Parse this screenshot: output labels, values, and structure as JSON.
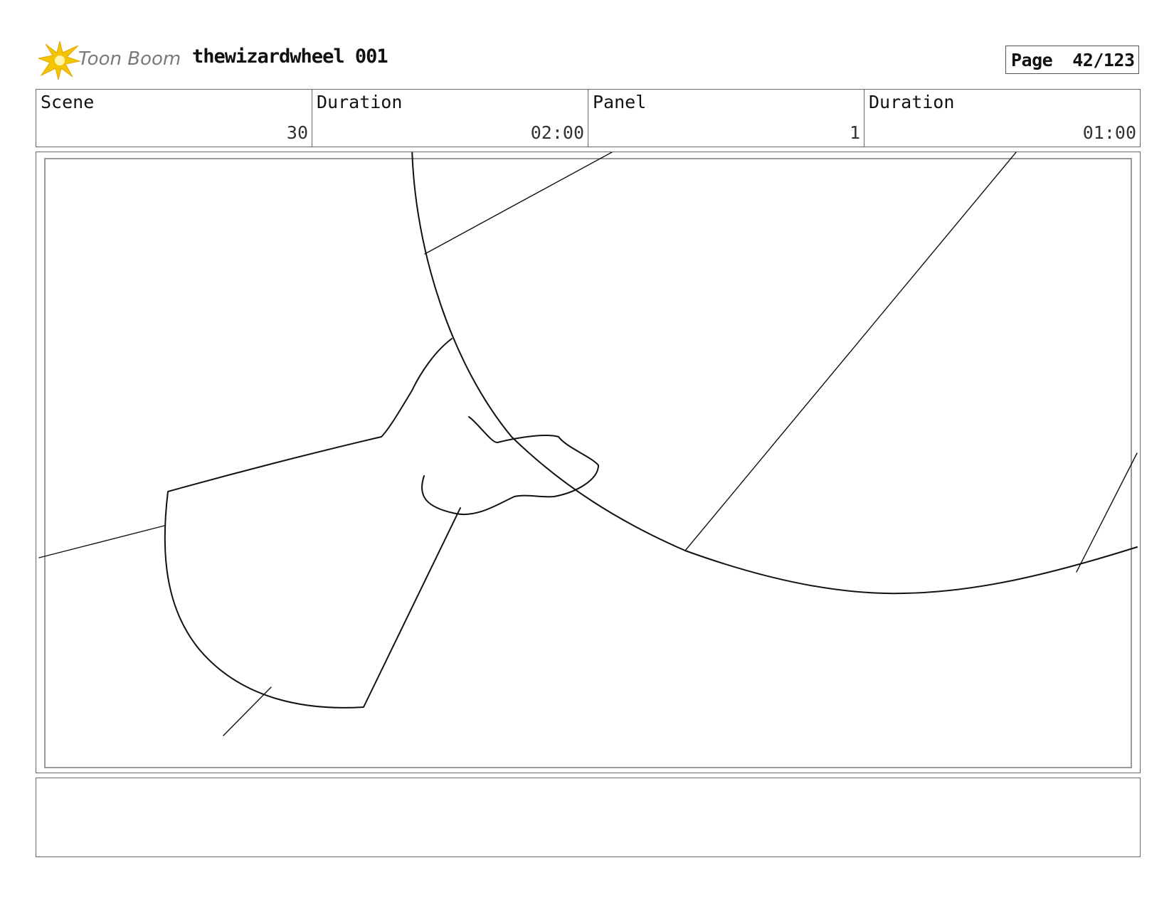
{
  "header": {
    "brand": "Toon Boom",
    "project_title": "thewizardwheel 001",
    "page_label": "Page",
    "page_number": "42/123"
  },
  "info": {
    "scene_label": "Scene",
    "scene_value": "30",
    "scene_duration_label": "Duration",
    "scene_duration_value": "02:00",
    "panel_label": "Panel",
    "panel_value": "1",
    "panel_duration_label": "Duration",
    "panel_duration_value": "01:00"
  },
  "notes": {
    "text": ""
  },
  "colors": {
    "logo_star": "#f5c400",
    "logo_text": "#7a7a7a",
    "frame_border": "#666666",
    "safe_area_border": "#9a9a9a",
    "sketch_line": "#111111"
  },
  "icons": {
    "logo": "toon-boom-star-logo"
  }
}
